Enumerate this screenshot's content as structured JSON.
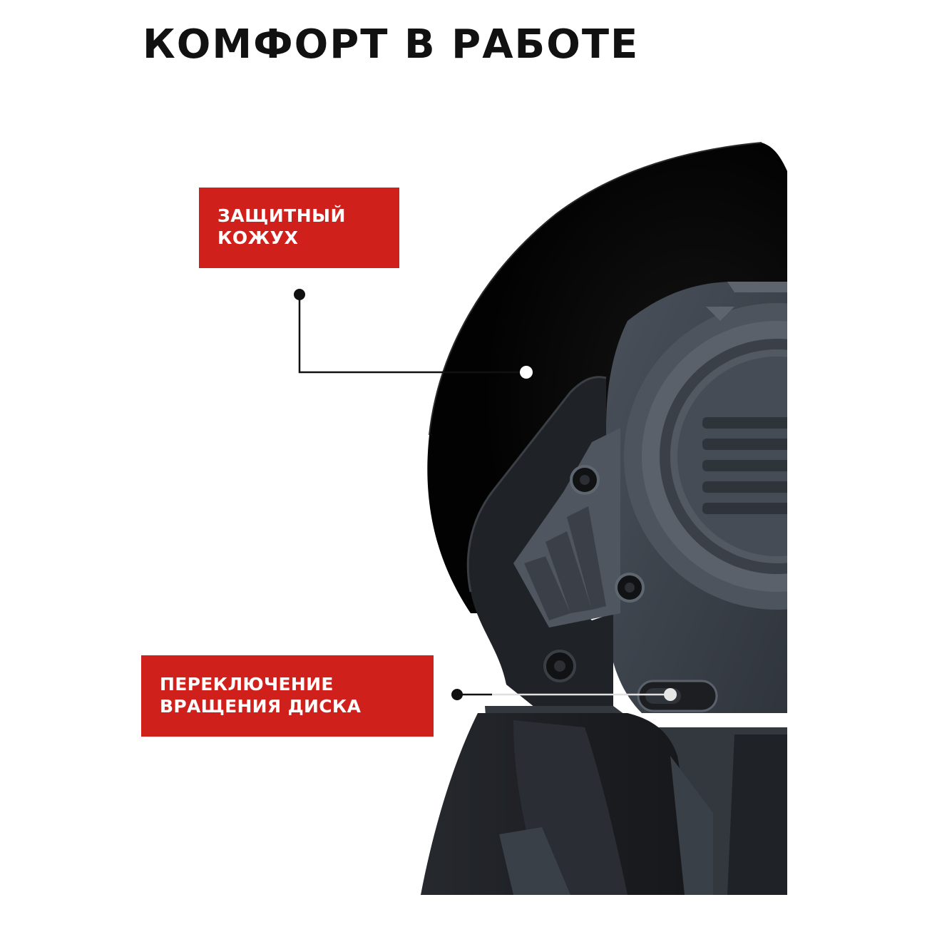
{
  "title": "КОМФОРТ В РАБОТЕ",
  "callouts": {
    "guard": {
      "line1": "ЗАЩИТНЫЙ",
      "line2": "КОЖУХ"
    },
    "rotation_switch": {
      "line1": "ПЕРЕКЛЮЧЕНИЕ",
      "line2": "ВРАЩЕНИЯ ДИСКА"
    }
  },
  "colors": {
    "accent": "#d0201b",
    "title_text": "#111111",
    "label_text": "#ffffff",
    "tool_body": "#3a4049",
    "tool_grip": "#1e2126",
    "guard_disc": "#050505"
  }
}
